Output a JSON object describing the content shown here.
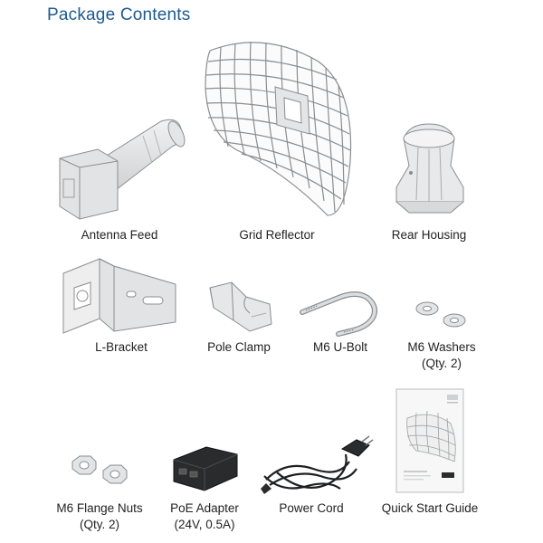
{
  "page": {
    "title": "Package Contents"
  },
  "items": [
    {
      "label": "Antenna Feed",
      "icon": "antenna-feed-icon"
    },
    {
      "label": "Grid Reflector",
      "icon": "grid-reflector-icon"
    },
    {
      "label": "Rear Housing",
      "icon": "rear-housing-icon"
    },
    {
      "label": "L-Bracket",
      "icon": "l-bracket-icon"
    },
    {
      "label": "Pole Clamp",
      "icon": "pole-clamp-icon"
    },
    {
      "label": "M6 U-Bolt",
      "icon": "u-bolt-icon"
    },
    {
      "label": "M6 Washers",
      "sublabel": "(Qty. 2)",
      "icon": "washers-icon"
    },
    {
      "label": "M6 Flange Nuts",
      "sublabel": "(Qty. 2)",
      "icon": "flange-nuts-icon"
    },
    {
      "label": "PoE Adapter",
      "sublabel": "(24V, 0.5A)",
      "icon": "poe-adapter-icon"
    },
    {
      "label": "Power Cord",
      "icon": "power-cord-icon"
    },
    {
      "label": "Quick Start Guide",
      "icon": "quick-start-guide-icon"
    }
  ],
  "colors": {
    "title": "#1d5a8e",
    "part_fill": "#e9e9ea",
    "part_stroke": "#8a8d90"
  }
}
